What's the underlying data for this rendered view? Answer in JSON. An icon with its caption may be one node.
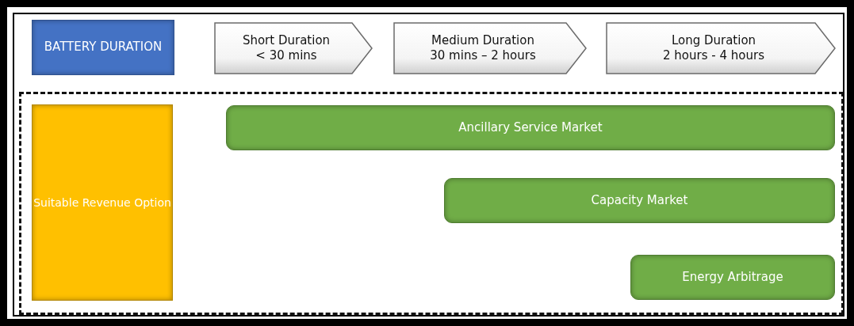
{
  "diagram": {
    "nodes": [
      {
        "text": [
          "BATTERY DURATION"
        ]
      },
      {
        "text": [
          "Short Duration",
          "< 30 mins"
        ]
      },
      {
        "text": [
          "Medium Duration",
          "30 mins – 2 hours"
        ]
      },
      {
        "text": [
          "Long Duration",
          "2 hours - 4 hours"
        ]
      },
      {
        "text": [
          "Suitable Revenue Option"
        ]
      },
      {
        "text": [
          "Ancillary Service Market"
        ]
      },
      {
        "text": [
          "Capacity Market"
        ]
      },
      {
        "text": [
          "Energy Arbitrage"
        ]
      }
    ]
  }
}
